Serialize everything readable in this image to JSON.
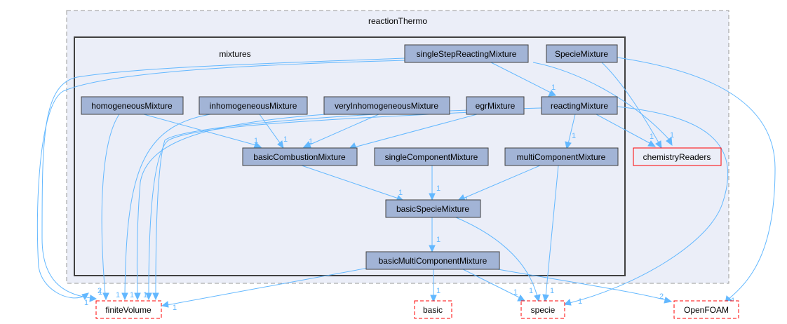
{
  "clusters": {
    "reactionThermo": "reactionThermo",
    "mixtures": "mixtures"
  },
  "nodes": {
    "singleStepReactingMixture": "singleStepReactingMixture",
    "SpecieMixture": "SpecieMixture",
    "homogeneousMixture": "homogeneousMixture",
    "inhomogeneousMixture": "inhomogeneousMixture",
    "veryInhomogeneousMixture": "veryInhomogeneousMixture",
    "egrMixture": "egrMixture",
    "reactingMixture": "reactingMixture",
    "basicCombustionMixture": "basicCombustionMixture",
    "singleComponentMixture": "singleComponentMixture",
    "multiComponentMixture": "multiComponentMixture",
    "chemistryReaders": "chemistryReaders",
    "basicSpecieMixture": "basicSpecieMixture",
    "basicMultiComponentMixture": "basicMultiComponentMixture",
    "finiteVolume": "finiteVolume",
    "basic": "basic",
    "specie": "specie",
    "OpenFOAM": "OpenFOAM"
  },
  "edge_labels": {
    "ssrm_reacting": "1",
    "ssrm_chem": "1",
    "ssrm_fv": "1",
    "specmix_openfoam": "1",
    "homog_basicComb": "1",
    "inhomog_basicComb": "1",
    "veryInhomog_basicComb": "1",
    "egr_basicComb": "1",
    "reacting_multi": "1",
    "reacting_chem": "1",
    "reacting_specie": "1",
    "basicComb_basicSpecie": "1",
    "single_basicSpecie": "1",
    "multi_basicSpecie": "1",
    "multi_specie": "1",
    "basicSpecie_bmcm": "1",
    "basicSpecie_specie": "1",
    "bmcm_fv": "1",
    "bmcm_basic": "1",
    "bmcm_specie": "1",
    "bmcm_openfoam": "2",
    "fv_left": "1",
    "fv_ssrm_top": "2",
    "fv_homog": "1",
    "fv_inhomog": "1",
    "fv_veryInhomog": "1",
    "fv_egr": "1"
  },
  "colors": {
    "inner_node_fill": "#a2b4d6",
    "cluster_fill": "#ebeef8",
    "edge": "#63b8ff",
    "missing_border": "#ff0000"
  }
}
